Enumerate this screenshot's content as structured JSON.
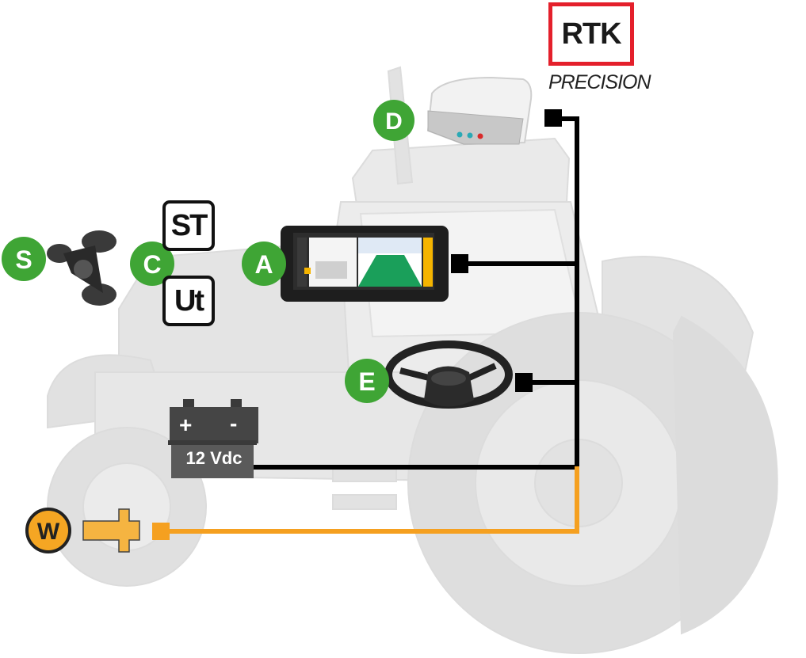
{
  "badges": {
    "a": "A",
    "c": "C",
    "d": "D",
    "e": "E",
    "s": "S",
    "w": "W"
  },
  "rtk": {
    "logo": "RTK",
    "subtitle": "PRECISION"
  },
  "protocols": {
    "st": "ST",
    "ut": "Ut"
  },
  "battery": {
    "voltage": "12 Vdc",
    "plus": "+",
    "minus": "-"
  },
  "colors": {
    "badge_green": "#3fa535",
    "badge_orange": "#f5a623",
    "wire_black": "#000000",
    "wire_orange": "#f5a020",
    "rtk_red": "#e4202b",
    "tractor_gray": "#e4e4e4"
  }
}
